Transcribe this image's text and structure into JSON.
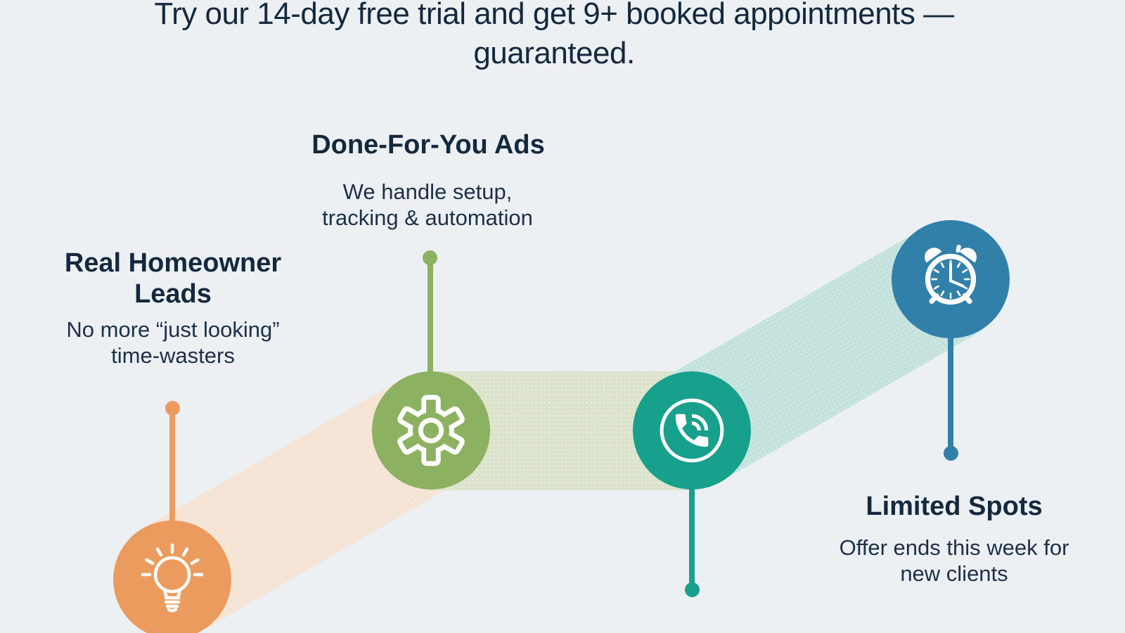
{
  "headline": "Try our 14-day free trial and get 9+ booked appointments — guaranteed.",
  "steps": [
    {
      "id": "real-homeowner-leads",
      "title": "Real Homeowner Leads",
      "description": "No more “just looking” time-wasters",
      "icon": "lightbulb-icon",
      "color": "#EC9B5F"
    },
    {
      "id": "done-for-you-ads",
      "title": "Done-For-You Ads",
      "description": "We handle setup, tracking & automation",
      "icon": "gear-icon",
      "color": "#8CB161"
    },
    {
      "id": "calls",
      "icon": "phone-icon",
      "color": "#17A08C"
    },
    {
      "id": "limited-spots",
      "title": "Limited Spots",
      "description": "Offer ends this week for new clients",
      "icon": "alarm-clock-icon",
      "color": "#3180AA"
    }
  ],
  "ribbons": [
    {
      "name": "leads-to-ads",
      "color": "#F5E3D3"
    },
    {
      "name": "ads-to-calls",
      "color": "#DBE3CB"
    },
    {
      "name": "calls-to-limited-spots",
      "color": "#C3E2DC"
    }
  ],
  "colors": {
    "background": "#EDF0F3",
    "text": "#14283E"
  }
}
